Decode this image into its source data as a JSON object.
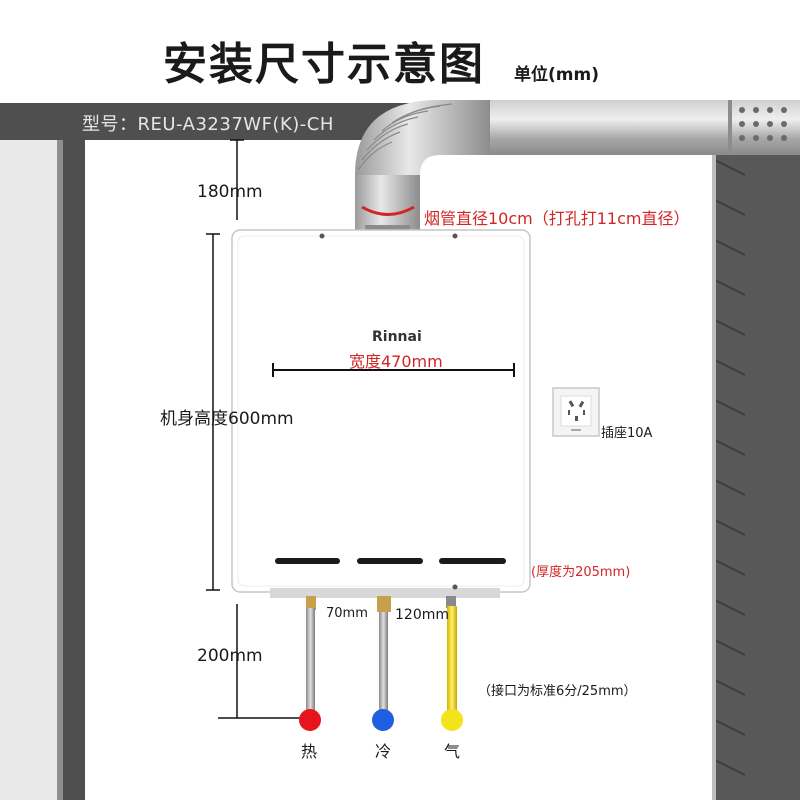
{
  "title": "安装尺寸示意图",
  "unit": "单位(mm)",
  "model": "型号：REU-A3237WF(K)-CH",
  "brand": "Rinnai",
  "dimensions": {
    "top_clearance": "180mm",
    "body_height": "机身高度600mm",
    "bottom_clearance": "200mm",
    "width": "宽度470mm",
    "thickness": "(厚度为205mm)",
    "flue_pipe": "烟管直径10cm（打孔打11cm直径）",
    "spacing_hot_cold": "70mm",
    "spacing_cold_gas": "120mm",
    "connector": "（接口为标准6分/25mm）"
  },
  "socket_label": "插座10A",
  "pipes": [
    {
      "label": "热",
      "color": "#e8141b"
    },
    {
      "label": "冷",
      "color": "#1f5fe0"
    },
    {
      "label": "气",
      "color": "#f3e31a"
    }
  ],
  "colors": {
    "wall_dark": "#4f4f4f",
    "wall_light": "#ffffff",
    "heater_body": "#ffffff",
    "dimension_red": "#d22525",
    "flue_pipe": "#a9a9a9"
  }
}
